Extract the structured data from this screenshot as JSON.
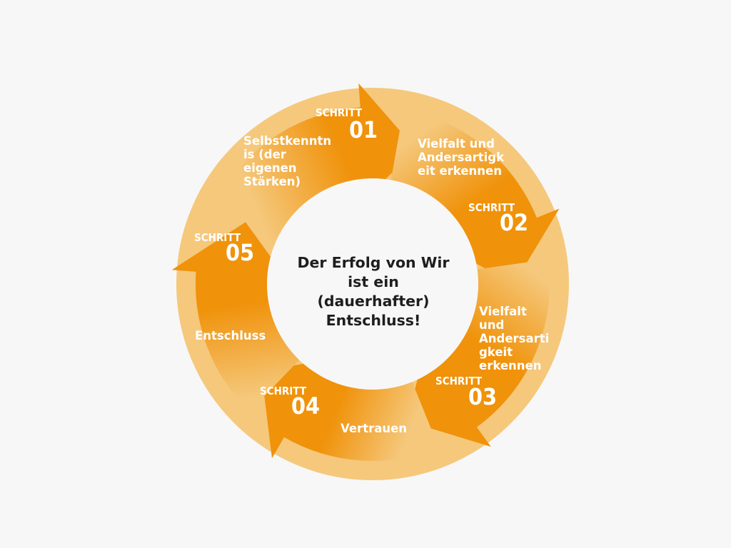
{
  "center_text": "Der Erfolg von Wir\nist ein\n(dauerhafter)\nEntschluss!",
  "step_word": "SCHRITT",
  "steps": [
    {
      "number": "01",
      "text": "Selbstkenntn\nis (der\neigenen\nStärken)"
    },
    {
      "number": "02",
      "text": "Vielfalt und\nAndersartigk\neit erkennen"
    },
    {
      "number": "03",
      "text": "Vielfalt\nund\nAndersarti\ngkeit\nerkennen"
    },
    {
      "number": "04",
      "text": "Vertrauen"
    },
    {
      "number": "05",
      "text": "Entschluss"
    }
  ],
  "colors": {
    "background": "#f7f7f7",
    "ring_light": "#f5c87c",
    "arrow_dark": "#f0920a",
    "text_dark": "#1e1e1e",
    "text_light": "#ffffff"
  }
}
